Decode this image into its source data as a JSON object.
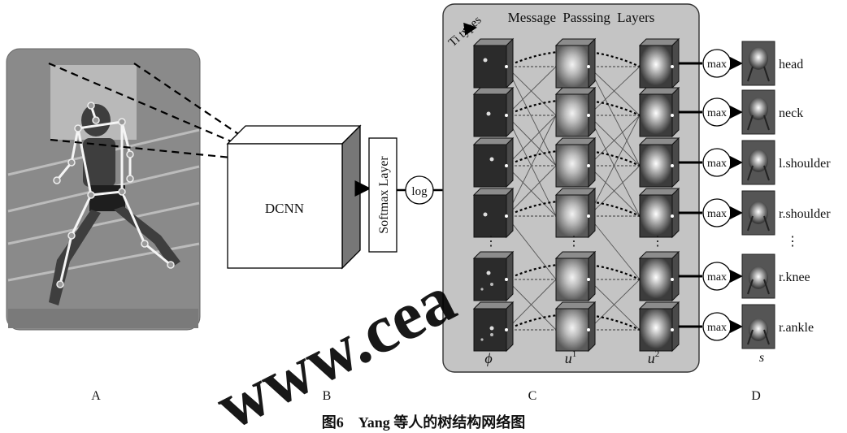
{
  "figure": {
    "caption": "图6　Yang 等人的树结构网络图",
    "panel_labels": [
      "A",
      "B",
      "C",
      "D"
    ],
    "watermark": "www.cea",
    "network": {
      "dcnn_label": "DCNN",
      "softmax_label": "Softmax Layer",
      "log_label": "log",
      "message_layers_title": "Message Passsing Layers",
      "ti_types_label": "Ti types",
      "columns": [
        "ϕ",
        "u",
        "u"
      ],
      "column_superscripts": [
        "",
        "1",
        "2"
      ],
      "max_label": "max",
      "score_label": "s",
      "parts": [
        "head",
        "neck",
        "l.shoulder",
        "r.shoulder",
        "r.knee",
        "r.ankle"
      ],
      "ellipsis": "⋮"
    }
  }
}
